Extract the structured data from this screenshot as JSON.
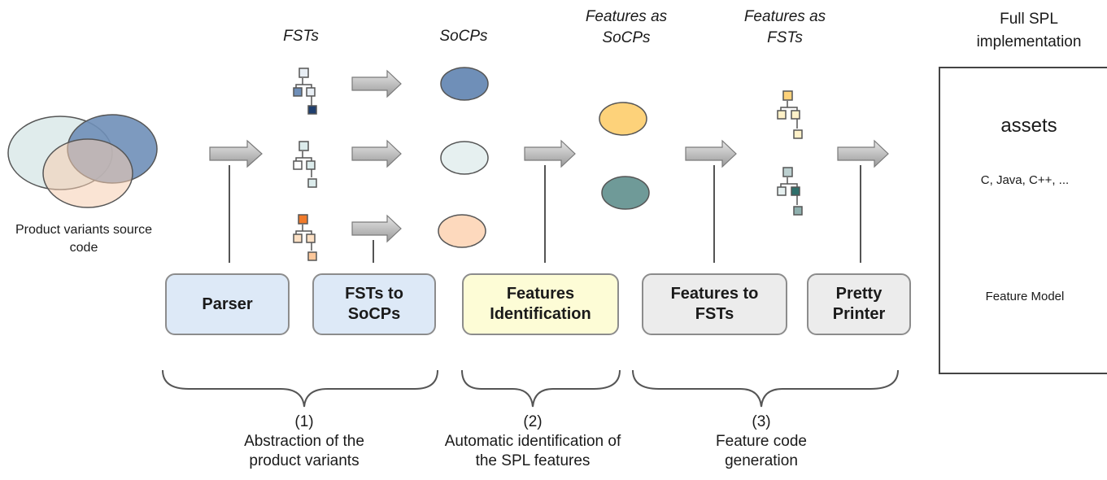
{
  "columns": {
    "fsts": "FSTs",
    "socps": "SoCPs",
    "features_as_socps": "Features as SoCPs",
    "features_as_fsts": "Features as FSTs",
    "full_spl": "Full SPL implementation"
  },
  "source_label": "Product variants source code",
  "tools": {
    "parser": "Parser",
    "fsts_to_socps": "FSTs to SoCPs",
    "features_identification": "Features Identification",
    "features_to_fsts": "Features to FSTs",
    "pretty_printer": "Pretty Printer"
  },
  "phases": [
    {
      "number": "(1)",
      "line1": "Abstraction of the",
      "line2": "product variants"
    },
    {
      "number": "(2)",
      "line1": "Automatic identification of",
      "line2": "the SPL features"
    },
    {
      "number": "(3)",
      "line1": "Feature code",
      "line2": "generation"
    }
  ],
  "spl": {
    "assets_label": "assets",
    "languages": "C, Java, C++, ...",
    "feature_model_label": "Feature Model"
  },
  "colors": {
    "socp_dark_blue": "#6f8fb8",
    "socp_pale": "#e6f0f0",
    "socp_peach": "#fdd9bd",
    "feature_yellow": "#fdd27a",
    "feature_teal": "#6f9a98",
    "tool_blue": "#dde9f7",
    "tool_yellow": "#fdfcd6",
    "tool_gray": "#ececec"
  }
}
